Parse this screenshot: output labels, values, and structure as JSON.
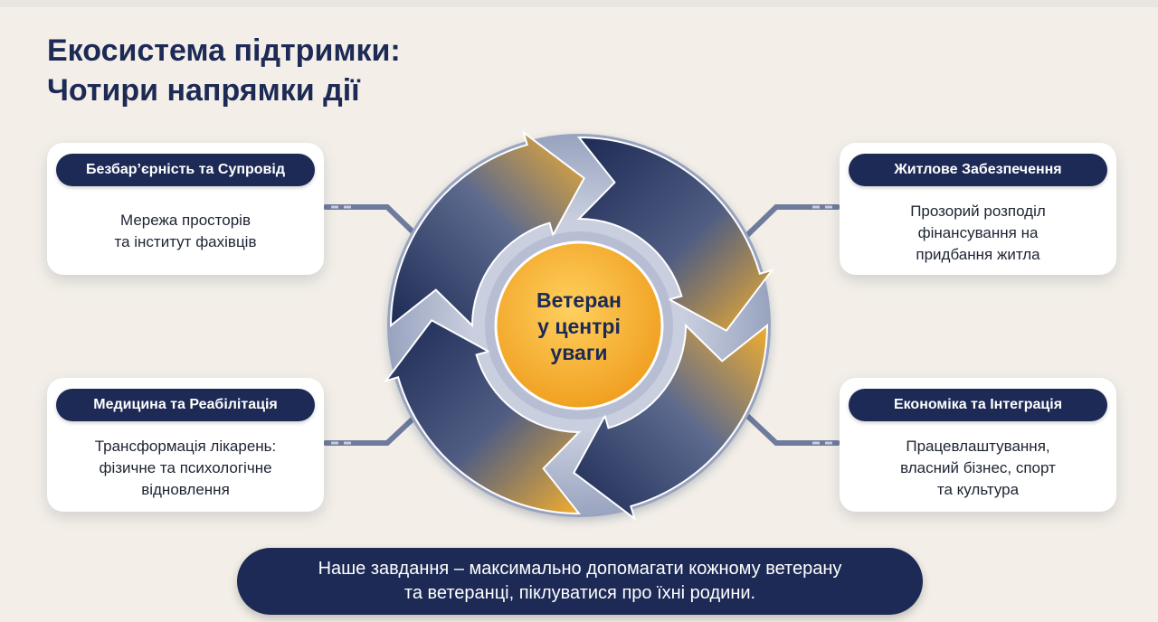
{
  "title": {
    "line1": "Екосистема підтримки:",
    "line2": "Чотири напрямки дії"
  },
  "center": {
    "line1": "Ветеран",
    "line2": "у центрі",
    "line3": "уваги"
  },
  "cards": {
    "accessibility": {
      "heading": "Безбар’єрність та Супровід",
      "lines": [
        "Мережа просторів",
        "та інститут фахівців"
      ]
    },
    "housing": {
      "heading": "Житлове Забезпечення",
      "lines": [
        "Прозорий розподіл",
        "фінансування на",
        "придбання житла"
      ]
    },
    "medicine": {
      "heading": "Медицина та Реабілітація",
      "lines": [
        "Трансформація лікарень:",
        "фізичне та психологічне",
        "відновлення"
      ]
    },
    "economy": {
      "heading": "Економіка та Інтеграція",
      "lines": [
        "Працевлаштування,",
        "власний бізнес, спорт",
        "та культура"
      ]
    }
  },
  "footer": {
    "line1": "Наше завдання – максимально допомагати кожному ветерану",
    "line2": "та ветеранці, піклуватися про їхні родини."
  },
  "colors": {
    "navy": "#1c2a55",
    "gold": "#f0ad2f",
    "steel": "#8e98b3",
    "background": "#f3efe8"
  }
}
